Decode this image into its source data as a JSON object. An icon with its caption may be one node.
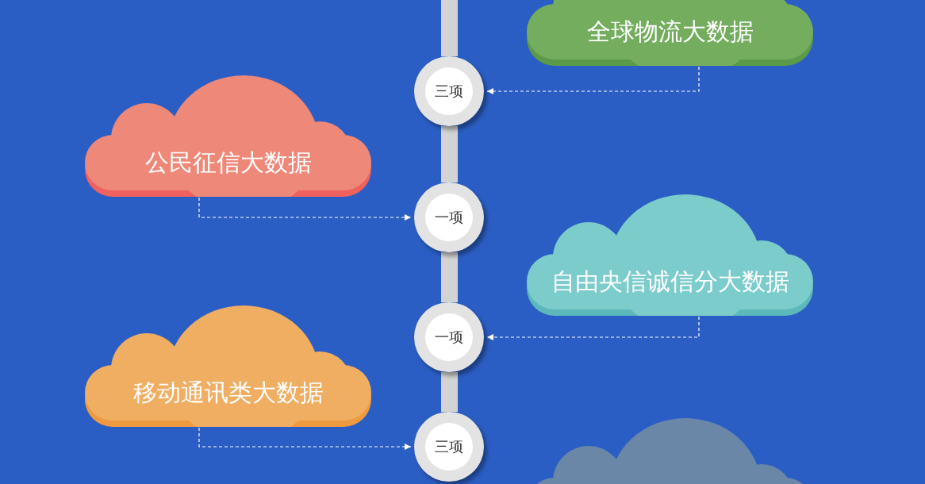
{
  "diagram": {
    "nodes": [
      {
        "text": [
          "全球物流大数据"
        ]
      },
      {
        "text": [
          "三项"
        ]
      },
      {
        "text": [
          "公民征信大数据"
        ]
      },
      {
        "text": [
          "一项"
        ]
      },
      {
        "text": [
          "自由央信诚信分大数据"
        ]
      },
      {
        "text": [
          "一项"
        ]
      },
      {
        "text": [
          "移动通讯类大数据"
        ]
      },
      {
        "text": [
          "三项"
        ]
      },
      {
        "text": [],
        "shape": "cloud"
      },
      {
        "text": [],
        "shape": "bar"
      },
      {
        "text": [],
        "shape": "bar"
      },
      {
        "text": [],
        "shape": "bar"
      },
      {
        "text": [],
        "shape": "bar"
      }
    ],
    "edges": [
      {
        "from": 0,
        "to": 1,
        "arrow": "to",
        "style": "dashed"
      },
      {
        "from": 2,
        "to": 3,
        "arrow": "to",
        "style": "dashed"
      },
      {
        "from": 4,
        "to": 5,
        "arrow": "to",
        "style": "dashed"
      },
      {
        "from": 6,
        "to": 7,
        "arrow": "to",
        "style": "dashed"
      }
    ]
  }
}
